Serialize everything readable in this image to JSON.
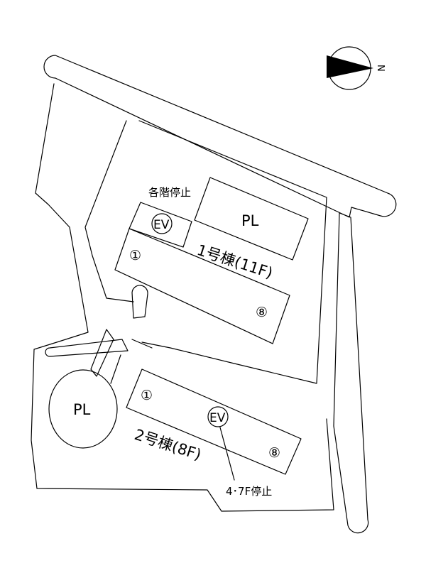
{
  "compass": {
    "north_label": "N",
    "icon": "north-arrow-icon"
  },
  "building1": {
    "name": "1号棟(11F)",
    "ev_label": "EV",
    "ev_note": "各階停止",
    "unit_first": "①",
    "unit_last": "⑧"
  },
  "building2": {
    "name": "2号棟(8F)",
    "ev_label": "EV",
    "ev_note": "4･7F停止",
    "unit_first": "①",
    "unit_last": "⑧"
  },
  "parking": {
    "top_label": "PL",
    "oval_label": "PL"
  },
  "colors": {
    "line": "#000000",
    "background": "#ffffff"
  }
}
